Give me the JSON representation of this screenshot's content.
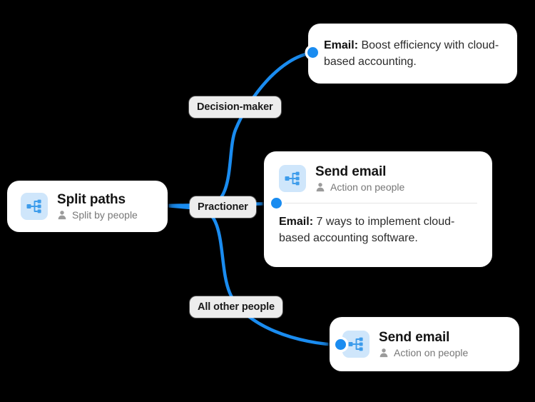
{
  "canvas": {
    "background": "#000000",
    "accent": "#1a8cf0",
    "icon_tile_bg": "#cfe6fb",
    "label_bg": "#ededed",
    "card_bg": "#ffffff",
    "muted_text": "#777777"
  },
  "split_node": {
    "title": "Split paths",
    "subtitle": "Split by people",
    "icon": "split-paths-icon",
    "person_icon": "person-icon"
  },
  "branches": [
    {
      "label": "Decision-maker"
    },
    {
      "label": "Practioner"
    },
    {
      "label": "All other people"
    }
  ],
  "cards": {
    "top": {
      "body_prefix": "Email:",
      "body_text": "Boost efficiency with cloud-based accounting."
    },
    "middle": {
      "title": "Send email",
      "subtitle": "Action on people",
      "icon": "send-email-icon",
      "person_icon": "person-icon",
      "body_prefix": "Email:",
      "body_text": "7 ways to implement cloud-based accounting software."
    },
    "bottom": {
      "title": "Send email",
      "subtitle": "Action on people",
      "icon": "send-email-icon",
      "person_icon": "person-icon"
    }
  }
}
